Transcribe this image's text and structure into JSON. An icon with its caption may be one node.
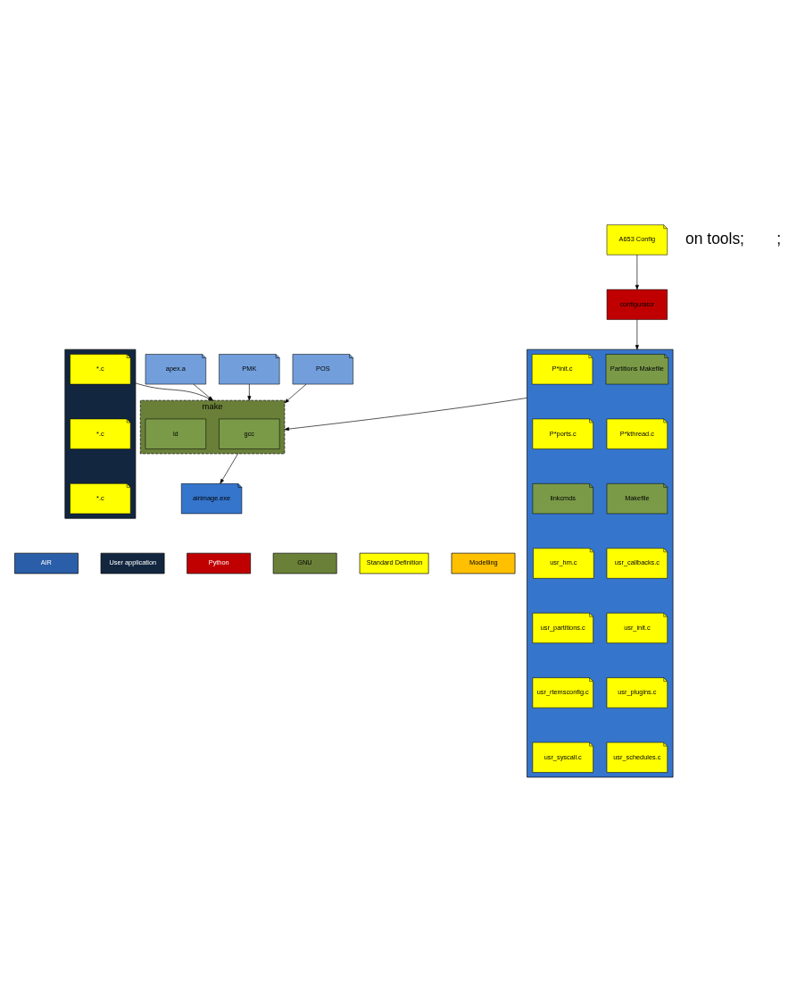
{
  "diagram": {
    "nodes": [
      {
        "text": [
          "A653 Config"
        ]
      },
      {
        "text": [
          "configurator"
        ]
      },
      {
        "text": [],
        "shape": "box"
      },
      {
        "text": [
          "Partitions Makefile"
        ],
        "in": 2
      },
      {
        "text": [
          "P*init.c"
        ],
        "in": 2
      },
      {
        "text": [
          "P*kthread.c"
        ],
        "in": 2
      },
      {
        "text": [
          "P*ports.c"
        ],
        "in": 2
      },
      {
        "text": [
          "Makefile"
        ],
        "in": 2
      },
      {
        "text": [
          "linkcmds"
        ],
        "in": 2
      },
      {
        "text": [
          "usr_callbacks.c"
        ],
        "in": 2
      },
      {
        "text": [
          "usr_hm.c"
        ],
        "in": 2
      },
      {
        "text": [
          "usr_init.c"
        ],
        "in": 2
      },
      {
        "text": [
          "usr_partitions.c"
        ],
        "in": 2
      },
      {
        "text": [
          "usr_plugins.c"
        ],
        "in": 2
      },
      {
        "text": [
          "usr_rtemsconfig.c"
        ],
        "in": 2
      },
      {
        "text": [
          "usr_schedules.c"
        ],
        "in": 2
      },
      {
        "text": [
          "usr_syscall.c"
        ],
        "in": 2
      },
      {
        "text": [
          "PMK"
        ]
      },
      {
        "text": [
          "POS"
        ]
      },
      {
        "text": [
          "apex.a"
        ]
      },
      {
        "text": [
          "make"
        ]
      },
      {
        "text": [
          "gcc"
        ],
        "in": 20
      },
      {
        "text": [
          "ld"
        ],
        "in": 20
      },
      {
        "text": [],
        "shape": "box"
      },
      {
        "text": [
          "*.c"
        ],
        "in": 23
      },
      {
        "text": [
          "*.c"
        ],
        "in": 23
      },
      {
        "text": [
          "*.c"
        ],
        "in": 23
      },
      {
        "text": [
          "airimage.exe"
        ]
      }
    ],
    "edges": [
      {
        "from": 0,
        "to": 1,
        "arrow": "to"
      },
      {
        "from": 1,
        "to": 2,
        "arrow": "to"
      },
      {
        "from": 17,
        "to": 20,
        "arrow": "to"
      },
      {
        "from": 18,
        "to": 20,
        "arrow": "to"
      },
      {
        "from": 19,
        "to": 20,
        "arrow": "to"
      },
      {
        "from": 23,
        "to": 20,
        "arrow": "to"
      },
      {
        "from": 2,
        "to": 20,
        "arrow": "to"
      },
      {
        "from": 20,
        "to": 27,
        "arrow": "to"
      }
    ],
    "labels": [
      "on tools;",
      ";"
    ],
    "legend": [
      {
        "text": "AIR",
        "color": "#2a5ea8"
      },
      {
        "text": "User application",
        "color": "#12263f"
      },
      {
        "text": "Python",
        "color": "#c00000"
      },
      {
        "text": "GNU",
        "color": "#6a8038"
      },
      {
        "text": "Standard Definition",
        "color": "#ffff00"
      },
      {
        "text": "Modelling",
        "color": "#ffc000"
      }
    ]
  }
}
